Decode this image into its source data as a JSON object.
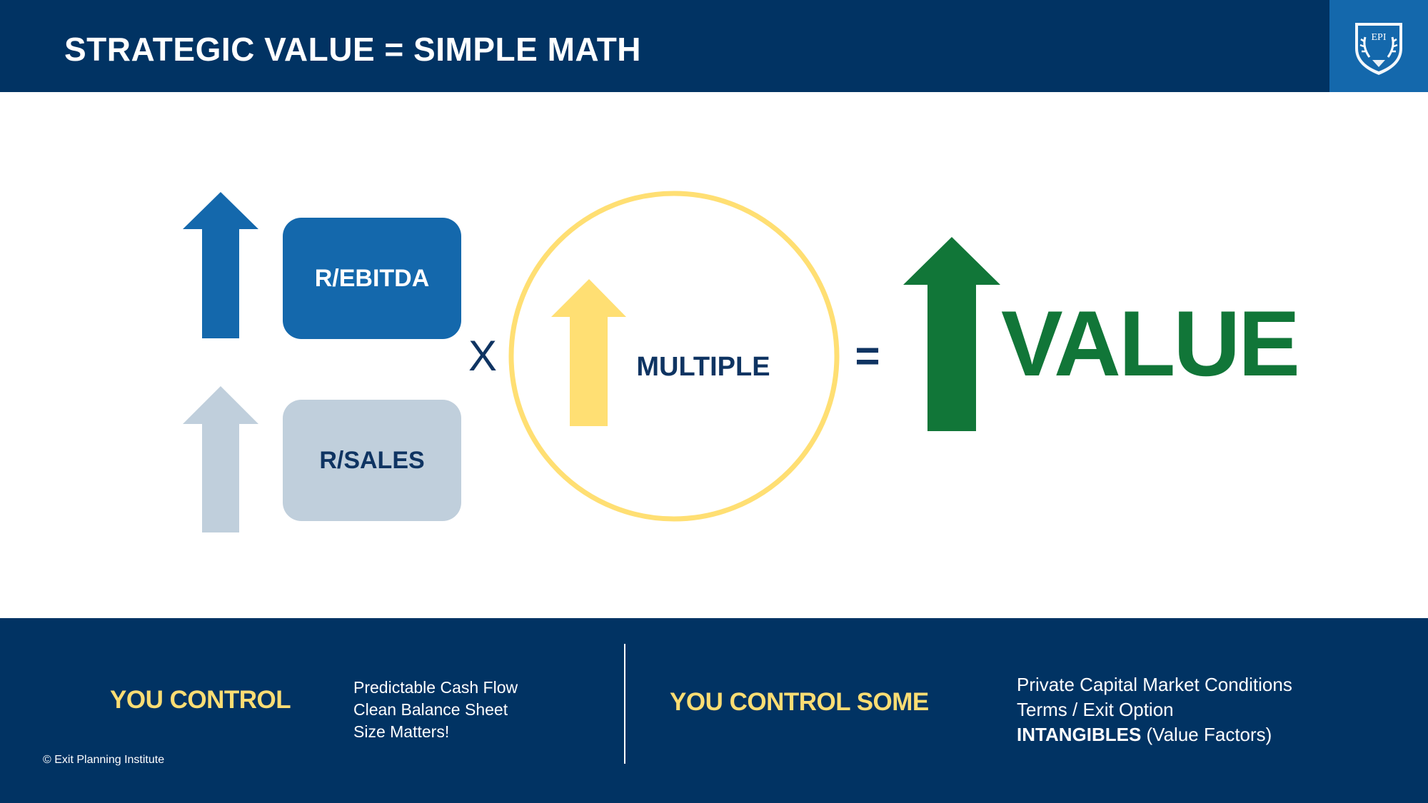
{
  "header": {
    "title": "STRATEGIC VALUE = SIMPLE MATH",
    "logo_text": "EPI",
    "background": "#013363",
    "logo_background": "#1468ac"
  },
  "diagram": {
    "ebitda_label": "R/EBITDA",
    "sales_label": "R/SALES",
    "times_symbol": "X",
    "multiple_label": "MULTIPLE",
    "equals_symbol": "=",
    "value_label": "VALUE",
    "colors": {
      "ebitda": "#1468ac",
      "sales": "#c0cfdc",
      "multiple": "#ffdf73",
      "value": "#117638",
      "text_navy": "#0f3462"
    },
    "icons": [
      "up-arrow-icon",
      "up-arrow-icon",
      "up-arrow-icon",
      "up-arrow-icon"
    ]
  },
  "footer": {
    "left_heading": "YOU CONTROL",
    "left_items": [
      "Predictable Cash Flow",
      "Clean Balance Sheet",
      "Size Matters!"
    ],
    "right_heading": "YOU CONTROL SOME",
    "right_items": [
      "Private Capital Market Conditions",
      "Terms / Exit Option"
    ],
    "right_last_strong": "INTANGIBLES",
    "right_last_rest": " (Value Factors)",
    "copyright": "© Exit Planning Institute",
    "heading_color": "#fcdd73"
  }
}
